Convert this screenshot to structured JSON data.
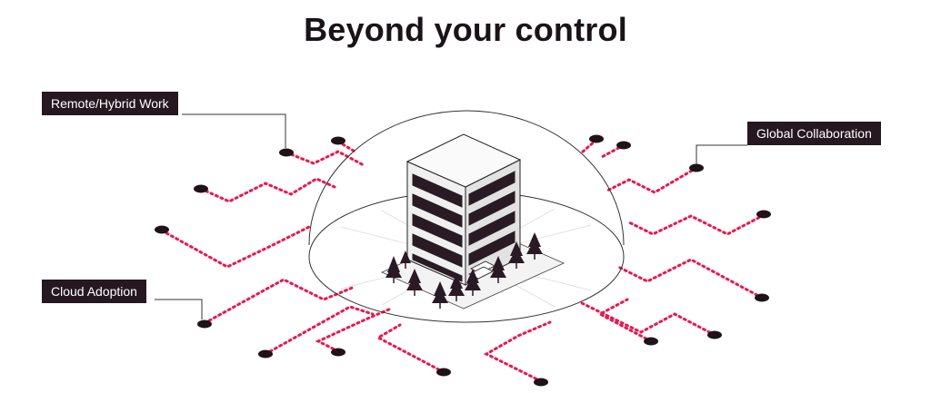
{
  "title": "Beyond your control",
  "labels": {
    "remote_hybrid": "Remote/Hybrid Work",
    "global_collab": "Global Collaboration",
    "cloud_adoption": "Cloud Adoption"
  },
  "colors": {
    "title": "#1a1418",
    "label_bg": "#251820",
    "label_text": "#ffffff",
    "dots": "#e8194e",
    "node": "#1f1219",
    "outline": "#333333"
  }
}
